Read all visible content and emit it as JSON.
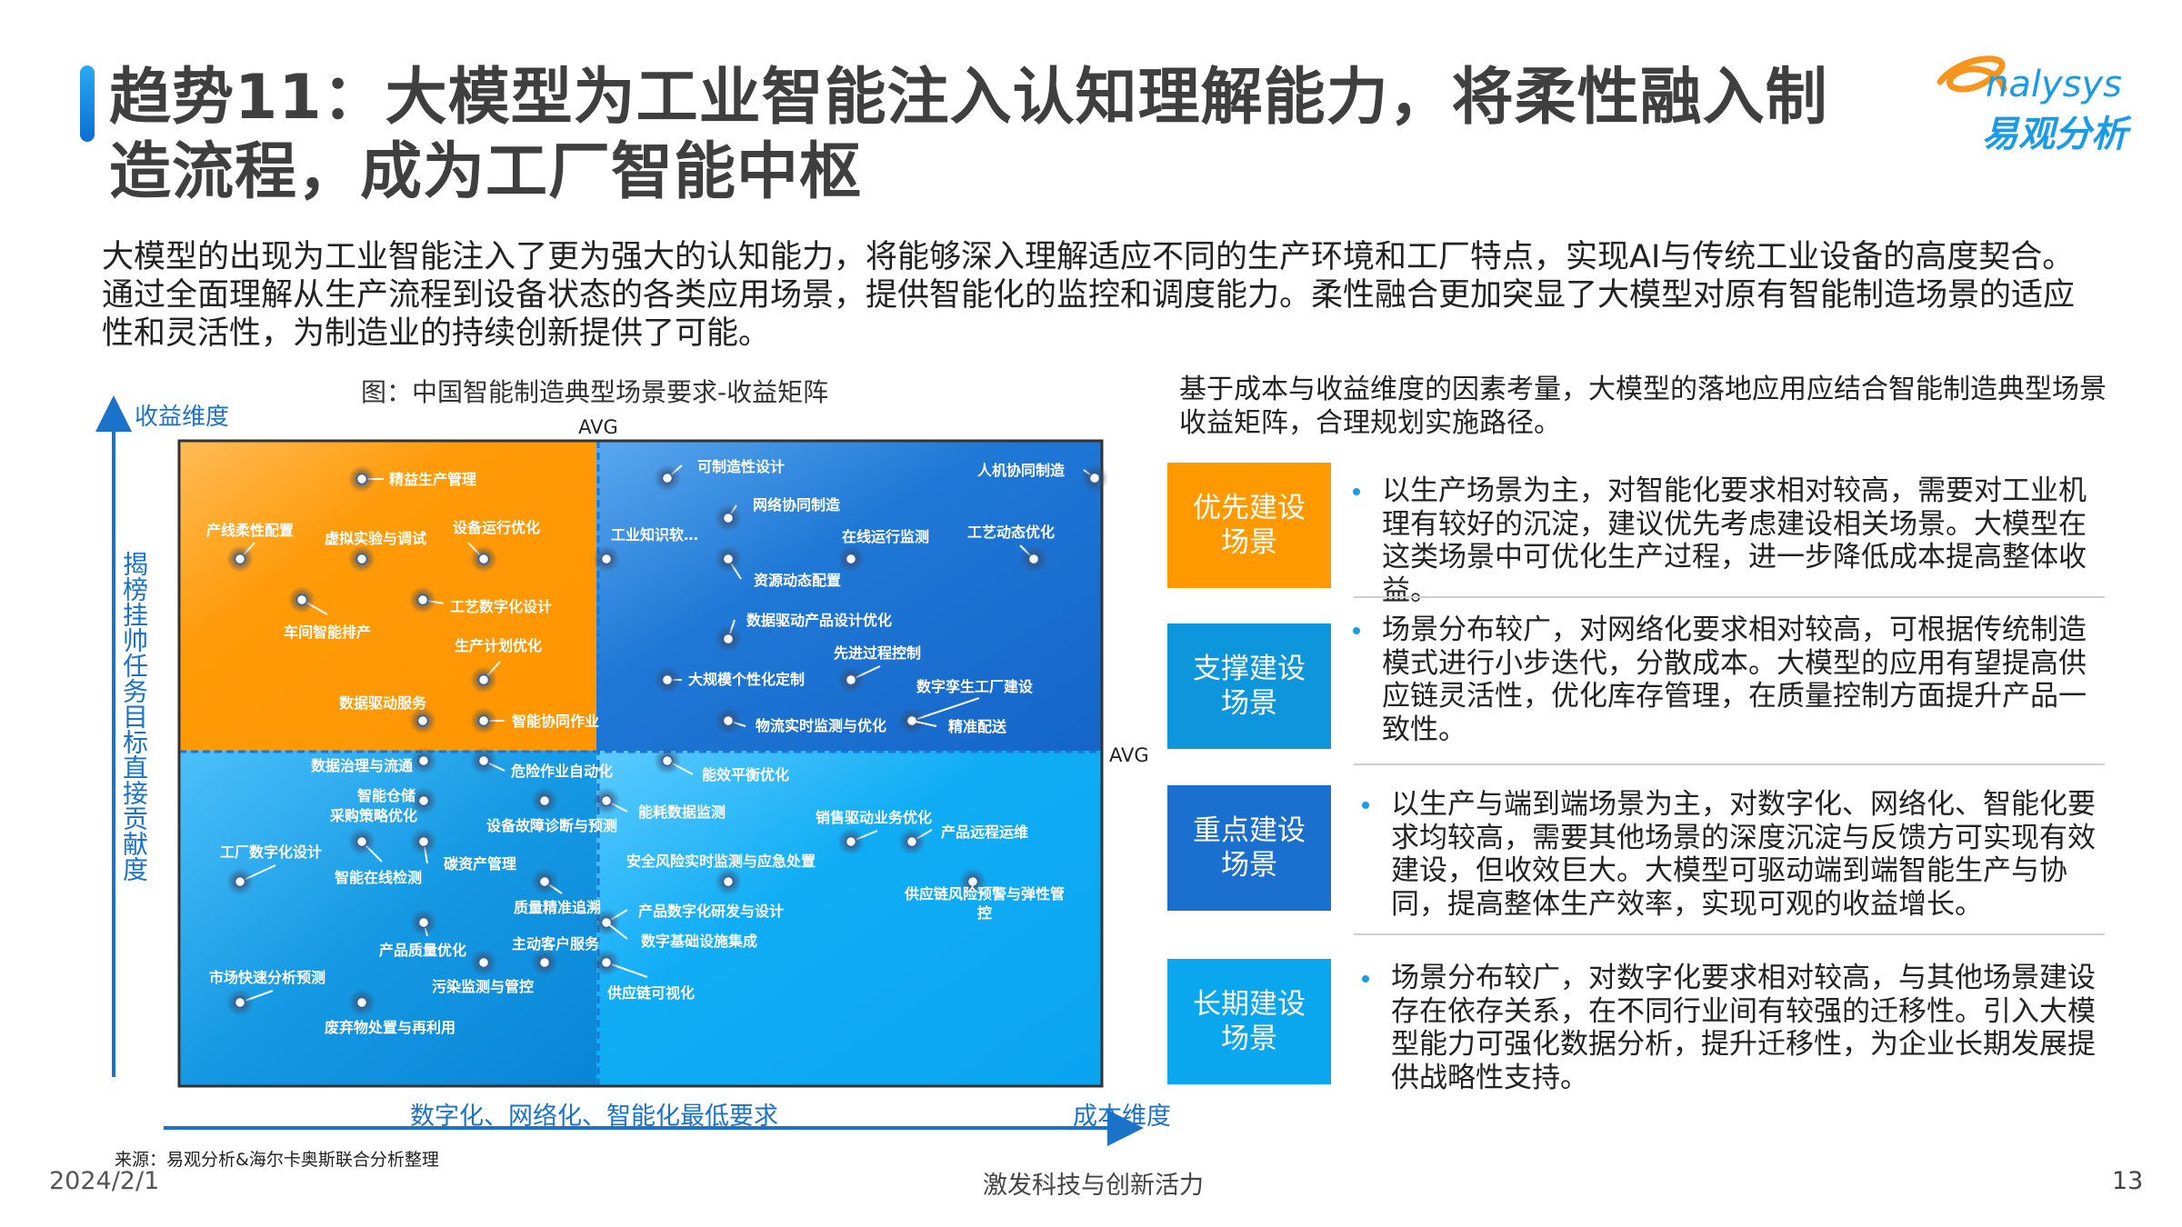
{
  "header": {
    "title_line1": "趋势11：大模型为工业智能注入认知理解能力，将柔性融入制",
    "title_line2": "造流程，成为工厂智能中枢",
    "logo": {
      "wordmark": "analysys",
      "cn": "易观分析",
      "colors": {
        "swoosh": "#f7941d",
        "text": "#1a9be6"
      }
    }
  },
  "intro_paragraph": [
    "大模型的出现为工业智能注入了更为强大的认知能力，将能够深入理解适应不同的生产环境和工厂特点，实现AI与传统工业设备的高度契合。",
    "通过全面理解从生产流程到设备状态的各类应用场景，提供智能化的监控和调度能力。柔性融合更加突显了大模型对原有智能制造场景的适应",
    "性和灵活性，为制造业的持续创新提供了可能。"
  ],
  "matrix": {
    "caption": "图：中国智能制造典型场景要求-收益矩阵",
    "y_dimension": "收益维度",
    "y_axis_label": "揭榜挂帅任务目标直接贡献度",
    "x_axis_label": "数字化、网络化、智能化最低要求",
    "x_dimension": "成本维度",
    "avg_top": "AVG",
    "avg_right": "AVG",
    "quadrant_colors": {
      "top_left": "#ff9800",
      "top_right": "#1b6fd0",
      "bottom_left": "#0a95e0",
      "bottom_right": "#0aa8f2"
    },
    "quadrants": {
      "top_left": [
        "精益生产管理",
        "产线柔性配置",
        "虚拟实验与调试",
        "设备运行优化",
        "车间智能排产",
        "工艺数字化设计",
        "生产计划优化",
        "数据驱动服务",
        "智能协同作业"
      ],
      "top_right": [
        "工业知识软…",
        "可制造性设计",
        "人机协同制造",
        "网络协同制造",
        "资源动态配置",
        "在线运行监测",
        "工艺动态优化",
        "数据驱动产品设计优化",
        "先进过程控制",
        "大规模个性化定制",
        "数字孪生工厂建设",
        "物流实时监测与优化",
        "精准配送"
      ],
      "bottom_left": [
        "数据治理与流通",
        "危险作业自动化",
        "智能仓储",
        "采购策略优化",
        "设备故障诊断与预测",
        "工厂数字化设计",
        "智能在线检测",
        "碳资产管理",
        "质量精准追溯",
        "产品质量优化",
        "污染监测与管控",
        "主动客户服务",
        "市场快速分析预测",
        "废弃物处置与再利用"
      ],
      "bottom_right": [
        "能效平衡优化",
        "能耗数据监测",
        "销售驱动业务优化",
        "产品远程运维",
        "安全风险实时监测与应急处置",
        "供应链风险预警与弹性管控",
        "产品数字化研发与设计",
        "数字基础设施集成",
        "供应链可视化"
      ]
    },
    "source": "来源：易观分析&海尔卡奥斯联合分析整理"
  },
  "right_panel": {
    "intro": "基于成本与收益维度的因素考量，大模型的落地应用应结合智能制造典型场景收益矩阵，合理规划实施路径。",
    "categories": [
      {
        "label_line1": "优先建设",
        "label_line2": "场景",
        "color": "#ff9900",
        "text": "以生产场景为主，对智能化要求相对较高，需要对工业机理有较好的沉淀，建议优先考虑建设相关场景。大模型在这类场景中可优化生产过程，进一步降低成本提高整体收益。"
      },
      {
        "label_line1": "支撑建设",
        "label_line2": "场景",
        "color": "#0e96dc",
        "text": "场景分布较广，对网络化要求相对较高，可根据传统制造模式进行小步迭代，分散成本。大模型的应用有望提高供应链灵活性，优化库存管理，在质量控制方面提升产品一致性。"
      },
      {
        "label_line1": "重点建设",
        "label_line2": "场景",
        "color": "#1a6fcf",
        "text": "以生产与端到端场景为主，对数字化、网络化、智能化要求均较高，需要其他场景的深度沉淀与反馈方可实现有效建设，但收效巨大。大模型可驱动端到端智能生产与协同，提高整体生产效率，实现可观的收益增长。"
      },
      {
        "label_line1": "长期建设",
        "label_line2": "场景",
        "color": "#0aa6ee",
        "text": "场景分布较广，对数字化要求相对较高，与其他场景建设存在依存关系，在不同行业间有较强的迁移性。引入大模型能力可强化数据分析，提升迁移性，为企业长期发展提供战略性支持。"
      }
    ]
  },
  "footer": {
    "date": "2024/2/1",
    "center": "激发科技与创新活力",
    "page": "13"
  }
}
